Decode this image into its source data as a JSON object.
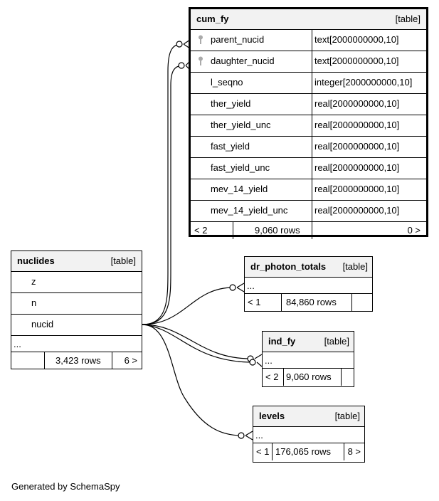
{
  "tables": {
    "cum_fy": {
      "name": "cum_fy",
      "type": "[table]",
      "columns": [
        {
          "name": "parent_nucid",
          "def": "text[2000000000,10]",
          "key": true
        },
        {
          "name": "daughter_nucid",
          "def": "text[2000000000,10]",
          "key": true
        },
        {
          "name": "l_seqno",
          "def": "integer[2000000000,10]",
          "key": false
        },
        {
          "name": "ther_yield",
          "def": "real[2000000000,10]",
          "key": false
        },
        {
          "name": "ther_yield_unc",
          "def": "real[2000000000,10]",
          "key": false
        },
        {
          "name": "fast_yield",
          "def": "real[2000000000,10]",
          "key": false
        },
        {
          "name": "fast_yield_unc",
          "def": "real[2000000000,10]",
          "key": false
        },
        {
          "name": "mev_14_yield",
          "def": "real[2000000000,10]",
          "key": false
        },
        {
          "name": "mev_14_yield_unc",
          "def": "real[2000000000,10]",
          "key": false
        }
      ],
      "footer": {
        "parents": "< 2",
        "rows": "9,060 rows",
        "children": "0 >"
      }
    },
    "nuclides": {
      "name": "nuclides",
      "type": "[table]",
      "columns": [
        "z",
        "n",
        "nucid"
      ],
      "more": "...",
      "footer": {
        "parents": "",
        "rows": "3,423 rows",
        "children": "6 >"
      }
    },
    "dr_photon_totals": {
      "name": "dr_photon_totals",
      "type": "[table]",
      "more": "...",
      "footer": {
        "parents": "< 1",
        "rows": "84,860 rows",
        "children": ""
      }
    },
    "ind_fy": {
      "name": "ind_fy",
      "type": "[table]",
      "more": "...",
      "footer": {
        "parents": "< 2",
        "rows": "9,060 rows",
        "children": ""
      }
    },
    "levels": {
      "name": "levels",
      "type": "[table]",
      "more": "...",
      "footer": {
        "parents": "< 1",
        "rows": "176,065 rows",
        "children": "8 >"
      }
    }
  },
  "relationships": [
    {
      "from": "nuclides.nucid",
      "to": "cum_fy.parent_nucid"
    },
    {
      "from": "nuclides.nucid",
      "to": "cum_fy.daughter_nucid"
    },
    {
      "from": "nuclides.nucid",
      "to": "dr_photon_totals"
    },
    {
      "from": "nuclides.nucid",
      "to": "ind_fy"
    },
    {
      "from": "nuclides.nucid",
      "to": "ind_fy"
    },
    {
      "from": "nuclides.nucid",
      "to": "levels"
    }
  ],
  "generated_by": "Generated by SchemaSpy"
}
